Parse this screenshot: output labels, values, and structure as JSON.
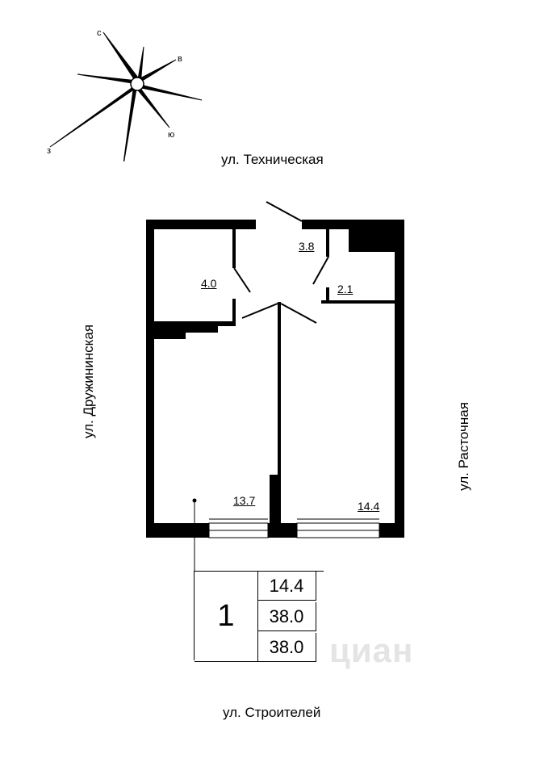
{
  "compass": {
    "north": "с",
    "east": "в",
    "south": "ю",
    "west": "з"
  },
  "streets": {
    "top": "ул. Техническая",
    "bottom": "ул. Строителей",
    "left": "ул. Дружининская",
    "right": "ул. Расточная"
  },
  "rooms": {
    "bathroom": "4.0",
    "hall": "3.8",
    "storage": "2.1",
    "kitchen": "13.7",
    "bedroom": "14.4"
  },
  "info": {
    "rooms_count": "1",
    "living_area": "14.4",
    "total_area": "38.0",
    "total_area_with_balcony": "38.0"
  },
  "watermark": "циан"
}
